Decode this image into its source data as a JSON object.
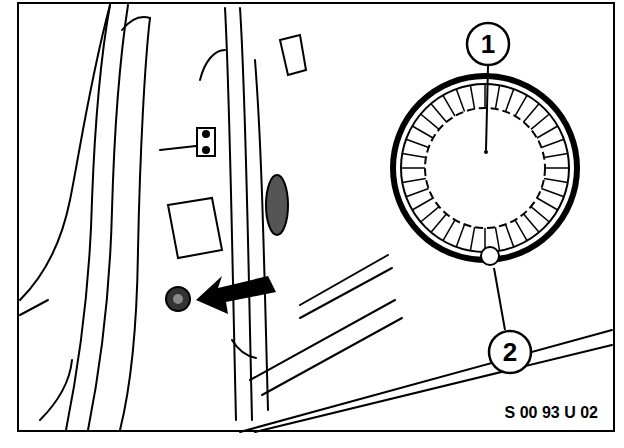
{
  "diagram": {
    "labels": [
      "1",
      "2",
      "S 00 93 U 02"
    ]
  }
}
